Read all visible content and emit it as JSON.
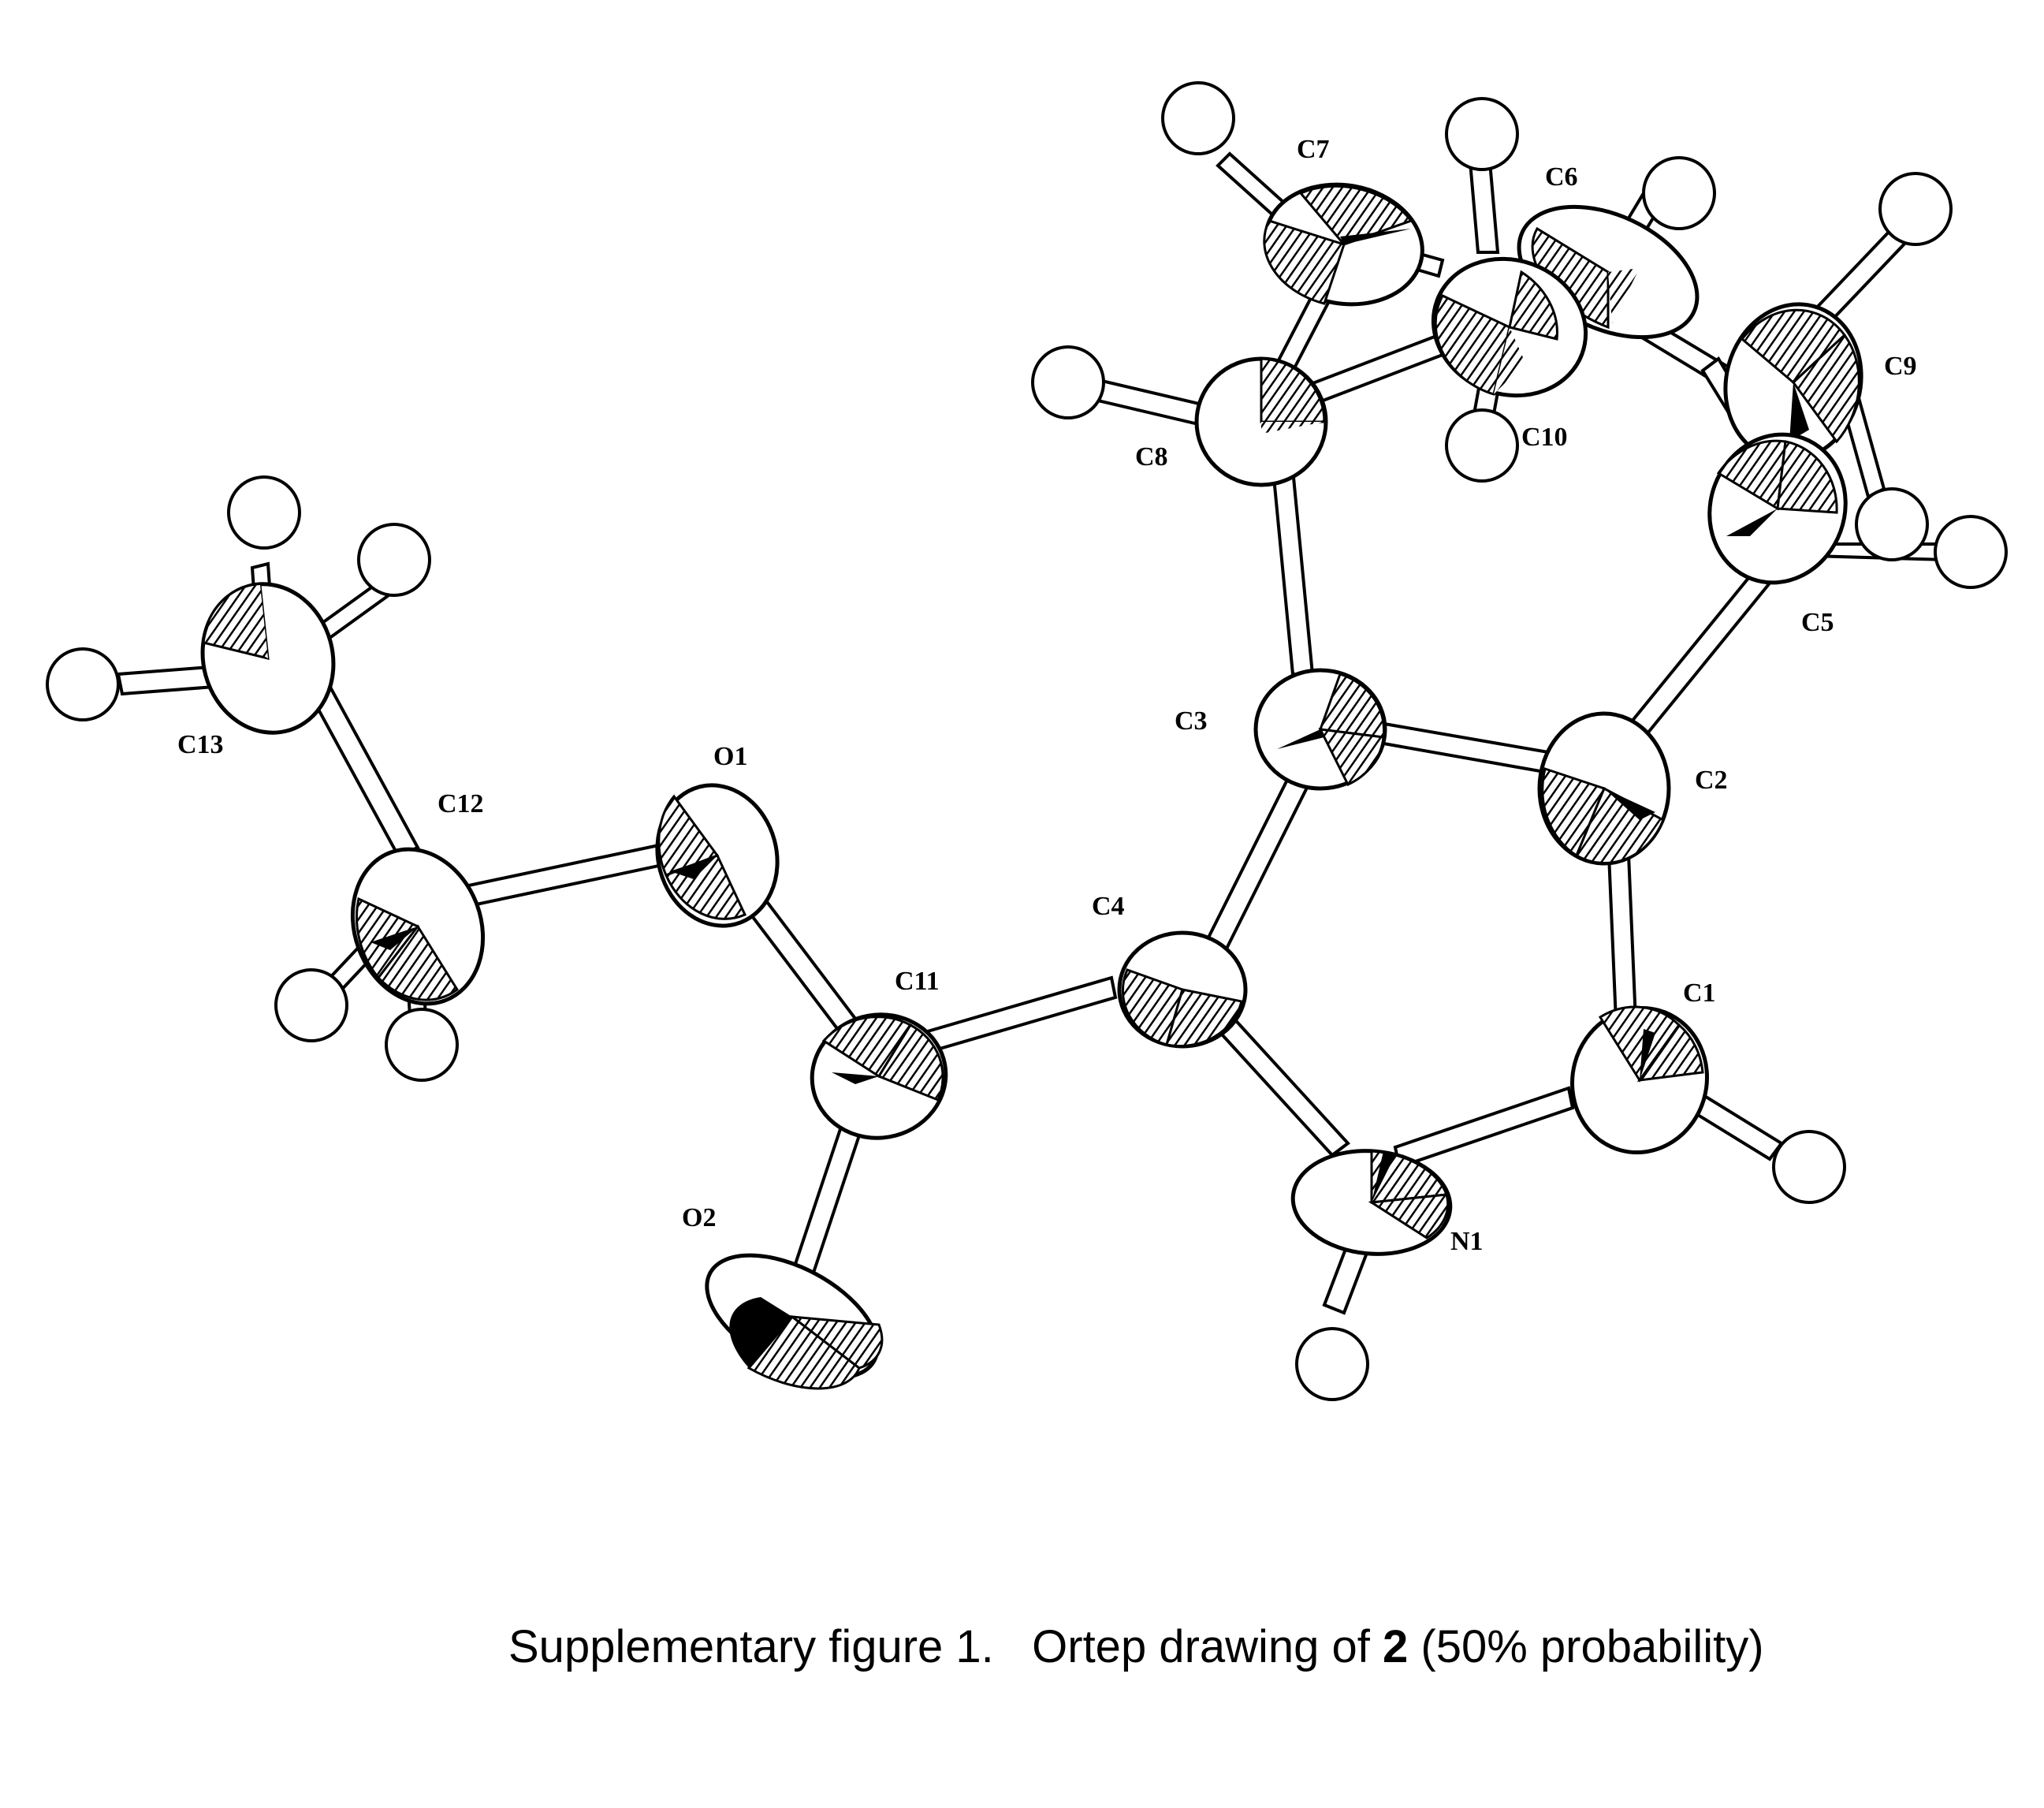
{
  "figure": {
    "atom_labels": {
      "C7": "C7",
      "C6": "C6",
      "C9": "C9",
      "C10": "C10",
      "C8": "C8",
      "C5": "C5",
      "C13": "C13",
      "C3": "C3",
      "C2": "C2",
      "O1": "O1",
      "C12": "C12",
      "C4": "C4",
      "C11": "C11",
      "C1": "C1",
      "O2": "O2",
      "N1": "N1"
    }
  },
  "caption": {
    "prefix": "Supplementary figure 1.   Ortep drawing of ",
    "compound": "2",
    "suffix": " (50% probability)"
  },
  "colors": {
    "ink": "#000000",
    "background": "#ffffff"
  }
}
